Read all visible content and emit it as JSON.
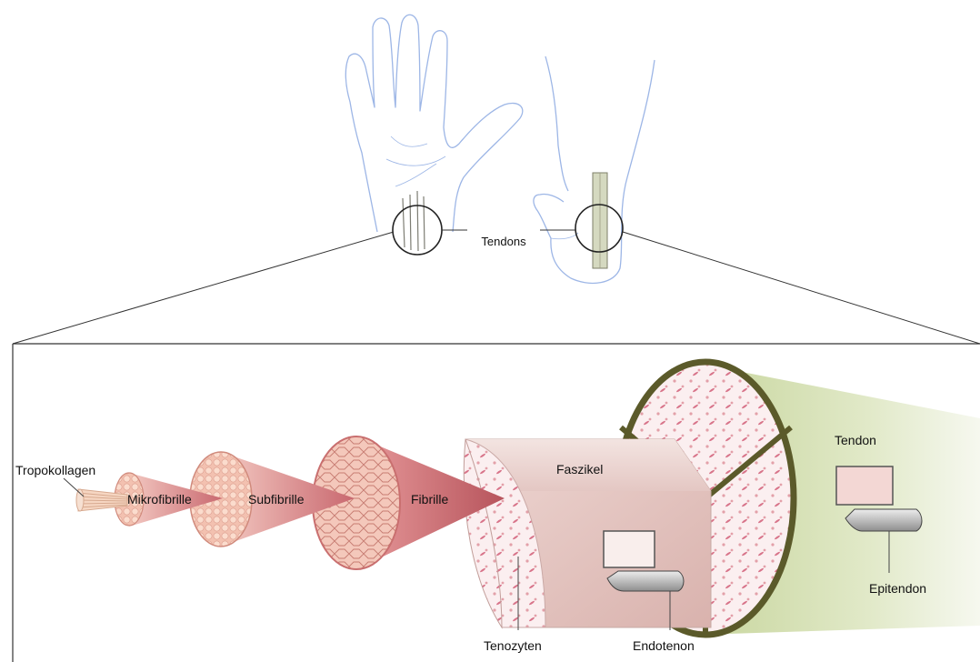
{
  "labels": {
    "tendons": "Tendons",
    "tropokollagen": "Tropokollagen",
    "mikrofibrille": "Mikrofibrille",
    "subfibrille": "Subfibrille",
    "fibrille": "Fibrille",
    "faszikel": "Faszikel",
    "tendon": "Tendon",
    "tenozyten": "Tenozyten",
    "endotenon": "Endotenon",
    "epitendon": "Epitendon"
  },
  "colors": {
    "outline_blue": "#9db6e6",
    "fibril_pink": "#d98a8e",
    "fibril_dark": "#b7545c",
    "faszikel_face": "#e9cfcc",
    "tendon_green": "#d9e4bf",
    "tendon_rim": "#5b5a2a"
  }
}
